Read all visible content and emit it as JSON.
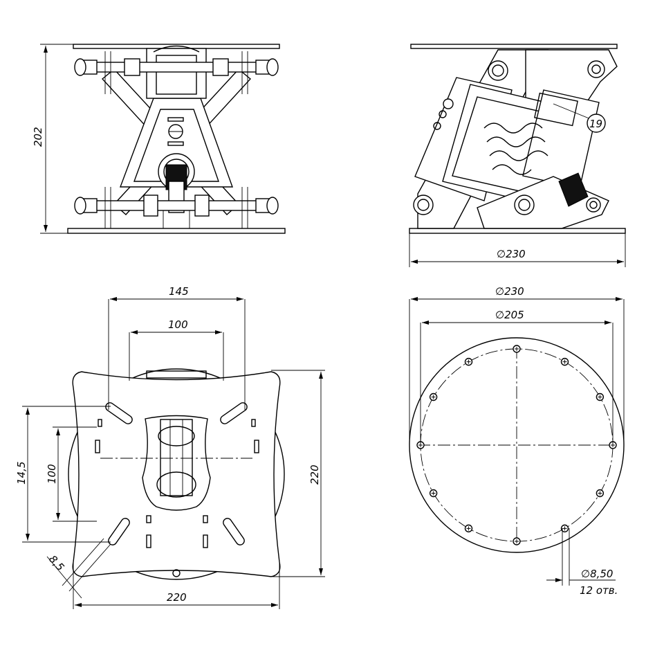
{
  "drawing": {
    "front_view": {
      "height_label": "202"
    },
    "side_view": {
      "diameter_label": "∅230",
      "callout_label": "19"
    },
    "top_view": {
      "slot_span_outer": "145",
      "slot_span_inner": "100",
      "height_outer": "14,5",
      "height_inner": "100",
      "slot_width": "8,5",
      "width": "220",
      "height": "220"
    },
    "bottom_view": {
      "outer_diameter": "∅230",
      "bolt_circle": "∅205",
      "hole_diameter": "∅8,50",
      "hole_count": "12 отв."
    }
  },
  "colors": {
    "line": "#000000",
    "background": "#ffffff"
  }
}
